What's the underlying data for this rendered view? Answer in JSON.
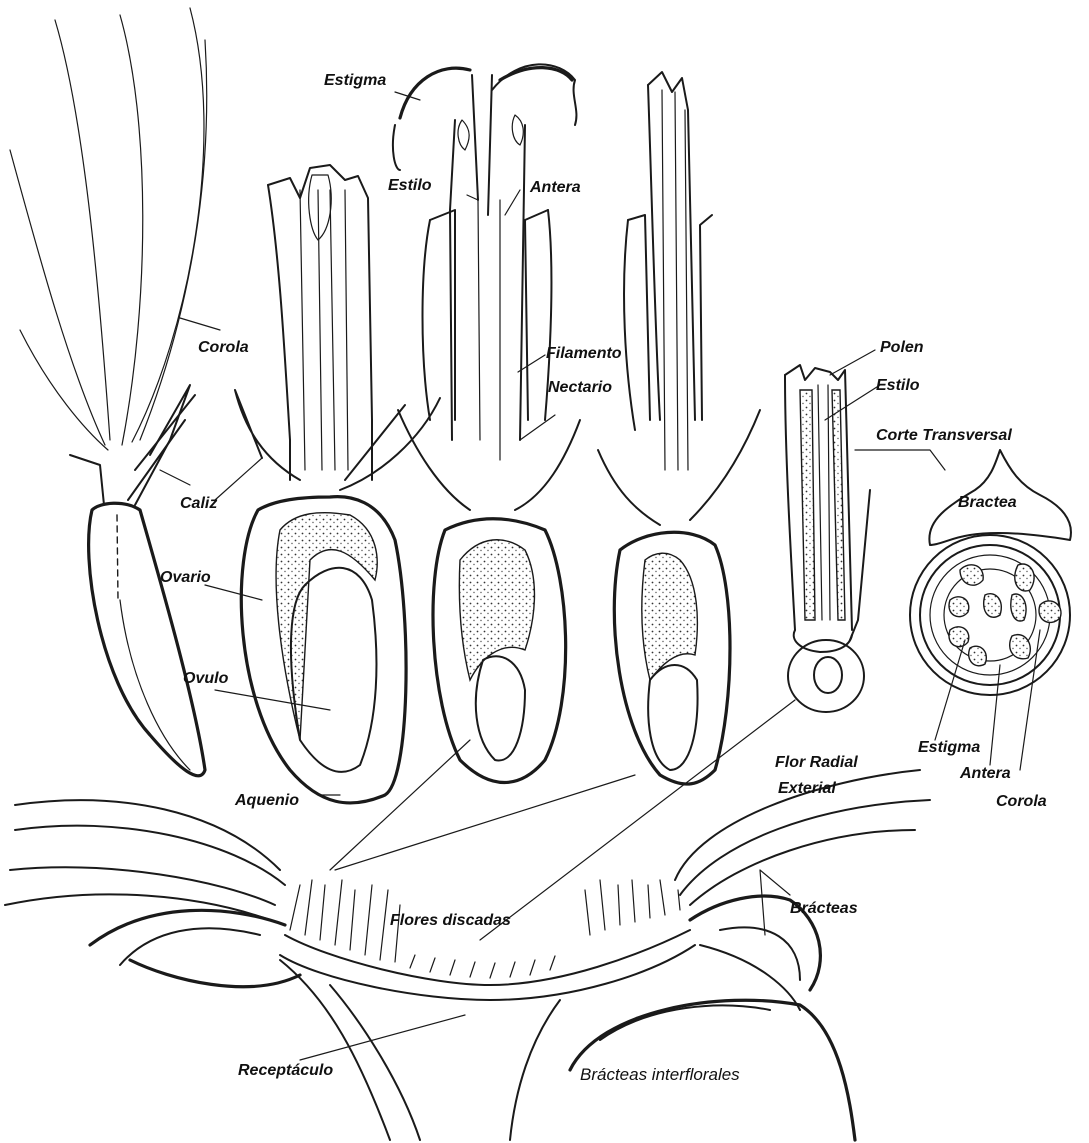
{
  "labels": {
    "estigma_top": "Estigma",
    "estilo_top": "Estilo",
    "antera_top": "Antera",
    "corola_left": "Corola",
    "filamento": "Filamento",
    "nectario": "Nectario",
    "polen": "Polen",
    "estilo_right": "Estilo",
    "corte_transversal": "Corte Transversal",
    "bractea": "Bractea",
    "caliz": "Caliz",
    "ovario": "Ovario",
    "ovulo": "Ovulo",
    "aquenio": "Aquenio",
    "estigma_cs": "Estigma",
    "antera_cs": "Antera",
    "corola_cs": "Corola",
    "flor_radial_1": "Flor Radial",
    "flor_radial_2": "Exterial",
    "flores_discadas": "Flores discadas",
    "bracteas": "Brácteas",
    "receptaculo": "Receptáculo",
    "bracteas_interflorales": "Brácteas interflorales"
  }
}
